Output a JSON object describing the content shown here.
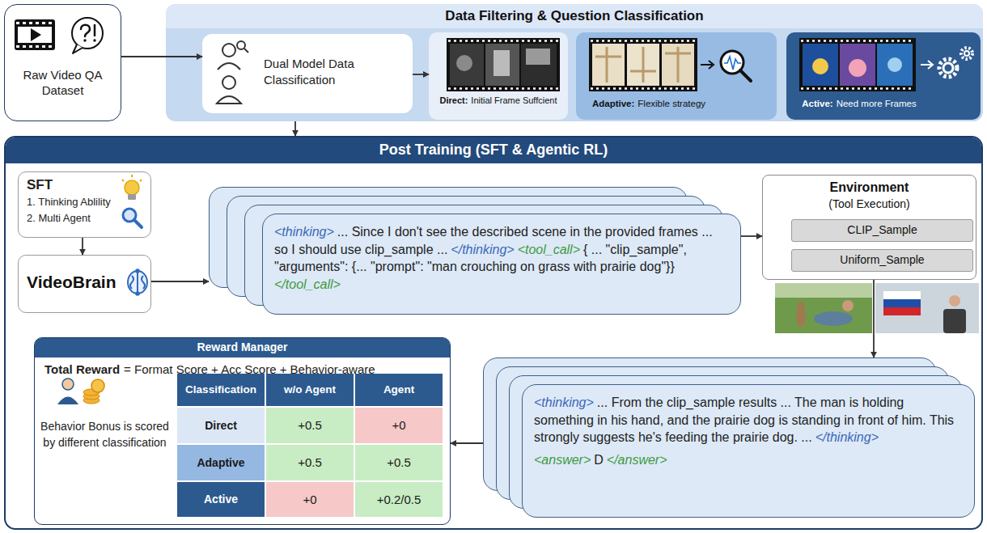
{
  "diagram": {
    "nodes": [
      {
        "text": [
          "Raw Video QA Dataset"
        ]
      },
      {
        "text": [
          "Data Filtering & Question Classification"
        ]
      },
      {
        "text": [
          "Dual Model Data Classification"
        ],
        "in": 1
      },
      {
        "text": [
          "Direct:",
          "Initial Frame Suffcient"
        ],
        "in": 1
      },
      {
        "text": [
          "Adaptive:",
          "Flexible strategy"
        ],
        "in": 1
      },
      {
        "text": [
          "Active:",
          "Need more Frames"
        ],
        "in": 1
      },
      {
        "text": [
          "Post Training (SFT & Agentic RL)"
        ]
      },
      {
        "text": [
          "SFT",
          "1. Thinking Ablility",
          "2. Multi Agent"
        ],
        "in": 6
      },
      {
        "text": [
          "VideoBrain"
        ],
        "in": 6
      },
      {
        "text": [
          "<thinking>",
          "... Since I don't see the described scene in the provided frames ... so I should use clip_sample ...",
          "</thinking>",
          "<tool_call>",
          "{ ... \"clip_sample\", \"arguments\": {... \"prompt\": \"man crouching on grass with prairie dog\"}}",
          "</tool_call>"
        ],
        "in": 6
      },
      {
        "text": [
          "Environment",
          "(Tool Execution)"
        ],
        "in": 6
      },
      {
        "text": [
          "CLIP_Sample"
        ],
        "in": 10
      },
      {
        "text": [
          "Uniform_Sample"
        ],
        "in": 10
      },
      {
        "text": [
          "Reward Manager",
          "Total Reward",
          "= Format Score + Acc Score + Behavior-aware",
          "Behavior Bonus is scored by different classification"
        ],
        "in": 6
      },
      {
        "text": [
          "<thinking>",
          "... From the clip_sample results ... The man is holding something in his hand, and the prairie dog is standing in front of him. This strongly suggests he's feeding the prairie dog. ...",
          "</thinking>",
          "<answer>",
          "D",
          "</answer>"
        ],
        "in": 6
      }
    ],
    "edges": [
      {
        "from": 0,
        "to": 2,
        "arrow": "to"
      },
      {
        "from": 2,
        "to": 3,
        "arrow": "to"
      },
      {
        "from": 1,
        "to": 6,
        "arrow": "to"
      },
      {
        "from": 7,
        "to": 8,
        "arrow": "to"
      },
      {
        "from": 8,
        "to": 9,
        "arrow": "to"
      },
      {
        "from": 9,
        "to": 10,
        "arrow": "to"
      },
      {
        "from": 10,
        "to": 14,
        "arrow": "to"
      },
      {
        "from": 14,
        "to": 13,
        "arrow": "to"
      }
    ],
    "labels": [
      "Classification",
      "w/o Agent",
      "Agent",
      "Direct",
      "+0.5",
      "+0",
      "Adaptive",
      "+0.5",
      "+0.5",
      "Active",
      "+0",
      "+0.2/0.5"
    ]
  }
}
